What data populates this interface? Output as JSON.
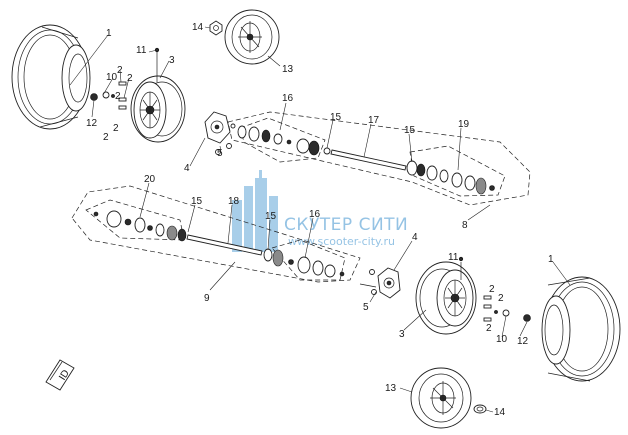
{
  "diagram": {
    "callouts": {
      "tire_front_left": "1",
      "tire_rear_right": "1",
      "bolt_2a": "2",
      "bolt_2b": "2",
      "bolt_2c": "2",
      "bolt_2d": "2",
      "bolt_2e": "2",
      "bolt_2f": "2",
      "bolt_2g": "2",
      "bolt_2h": "2",
      "rim_left": "3",
      "rim_right": "3",
      "hub_left": "4",
      "hub_right": "4",
      "nut_left": "5",
      "nut_right": "5",
      "washer_left": "10",
      "washer_right": "10",
      "stud_left": "11",
      "stud_right": "11",
      "cap_left": "12",
      "cap_right": "12",
      "spare_rim_top": "13",
      "spare_rim_bottom": "13",
      "spare_nut_top": "14",
      "spare_nut_bottom": "14",
      "clip_upper_a": "15",
      "clip_upper_b": "15",
      "clip_lower_a": "15",
      "clip_lower_b": "15",
      "boot_kit_upper": "16",
      "boot_kit_lower": "16",
      "shaft_upper": "17",
      "shaft_lower": "18",
      "inner_joint_kit": "19",
      "outer_joint_kit": "20",
      "axle_assembly_upper": "8",
      "axle_assembly_lower": "9"
    },
    "watermark": {
      "title": "СКУТЕР СИТИ",
      "url": "www.scooter-city.ru"
    },
    "direction_marker": "ID"
  }
}
